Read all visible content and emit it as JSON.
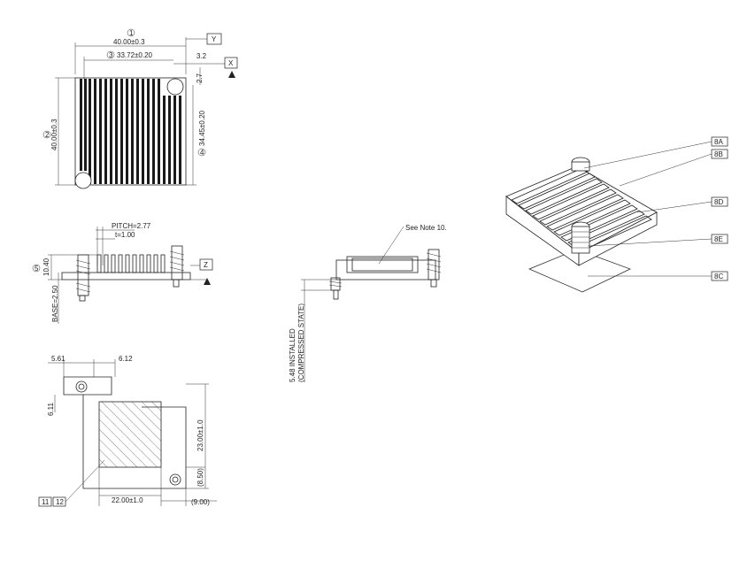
{
  "top_view": {
    "dim_width": "40.00±0.3",
    "dim_width_callout": "1",
    "dim_inner": "33.72±0.20",
    "dim_inner_callout": "3",
    "dim_offset_x": "3.2",
    "dim_offset_y": "2.7",
    "dim_height": "40.00±0.3",
    "dim_height_callout": "2",
    "dim_inner_height": "34.45±0.20",
    "dim_inner_height_callout": "4",
    "datum_y": "Y",
    "datum_x": "X"
  },
  "side_view": {
    "pitch": "PITCH=2.77",
    "thickness": "t=1.00",
    "height": "10.40",
    "height_callout": "5",
    "base": "BASE=2.50",
    "datum_z": "Z"
  },
  "bottom_view": {
    "dim_a": "5.61",
    "dim_b": "6.12",
    "dim_c": "6.11",
    "dim_pad_w": "22.00±1.0",
    "dim_pad_h": "23.00±1.0",
    "dim_e": "(8.50)",
    "dim_f": "(9.00)",
    "label_11": "11",
    "label_12": "12"
  },
  "front_view": {
    "note": "See Note 10.",
    "installed": "5.48 INSTALLED",
    "compressed": "(COMPRESSED STATE)"
  },
  "iso_view": {
    "labels": [
      "8A",
      "8B",
      "8D",
      "8E",
      "8C"
    ]
  }
}
